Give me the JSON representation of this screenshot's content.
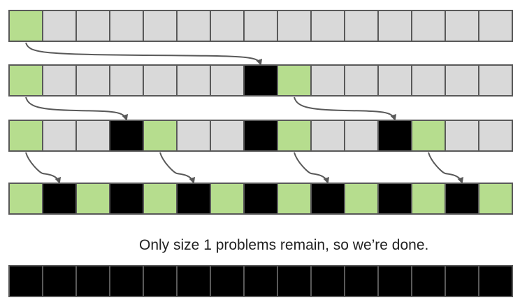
{
  "caption": "Only size 1 problems remain, so we’re done.",
  "colors": {
    "empty": "#d9d9d9",
    "pivot": "#b6dd8e",
    "done": "#000000",
    "border": "#595959",
    "arrow": "#595959"
  },
  "cells_per_row": 15,
  "rows": [
    {
      "cells": [
        "pivot",
        "empty",
        "empty",
        "empty",
        "empty",
        "empty",
        "empty",
        "empty",
        "empty",
        "empty",
        "empty",
        "empty",
        "empty",
        "empty",
        "empty"
      ]
    },
    {
      "cells": [
        "pivot",
        "empty",
        "empty",
        "empty",
        "empty",
        "empty",
        "empty",
        "done",
        "pivot",
        "empty",
        "empty",
        "empty",
        "empty",
        "empty",
        "empty"
      ]
    },
    {
      "cells": [
        "pivot",
        "empty",
        "empty",
        "done",
        "pivot",
        "empty",
        "empty",
        "done",
        "pivot",
        "empty",
        "empty",
        "done",
        "pivot",
        "empty",
        "empty"
      ]
    },
    {
      "cells": [
        "pivot",
        "done",
        "pivot",
        "done",
        "pivot",
        "done",
        "pivot",
        "done",
        "pivot",
        "done",
        "pivot",
        "done",
        "pivot",
        "done",
        "pivot"
      ]
    },
    {
      "cells": [
        "done",
        "done",
        "done",
        "done",
        "done",
        "done",
        "done",
        "done",
        "done",
        "done",
        "done",
        "done",
        "done",
        "done",
        "done"
      ]
    }
  ],
  "arrows": [
    {
      "from_row": 0,
      "from_cell": 0,
      "to_row": 1,
      "to_cell": 7
    },
    {
      "from_row": 1,
      "from_cell": 0,
      "to_row": 2,
      "to_cell": 3
    },
    {
      "from_row": 1,
      "from_cell": 8,
      "to_row": 2,
      "to_cell": 11
    },
    {
      "from_row": 2,
      "from_cell": 0,
      "to_row": 3,
      "to_cell": 1
    },
    {
      "from_row": 2,
      "from_cell": 4,
      "to_row": 3,
      "to_cell": 5
    },
    {
      "from_row": 2,
      "from_cell": 8,
      "to_row": 3,
      "to_cell": 9
    },
    {
      "from_row": 2,
      "from_cell": 12,
      "to_row": 3,
      "to_cell": 13
    }
  ]
}
